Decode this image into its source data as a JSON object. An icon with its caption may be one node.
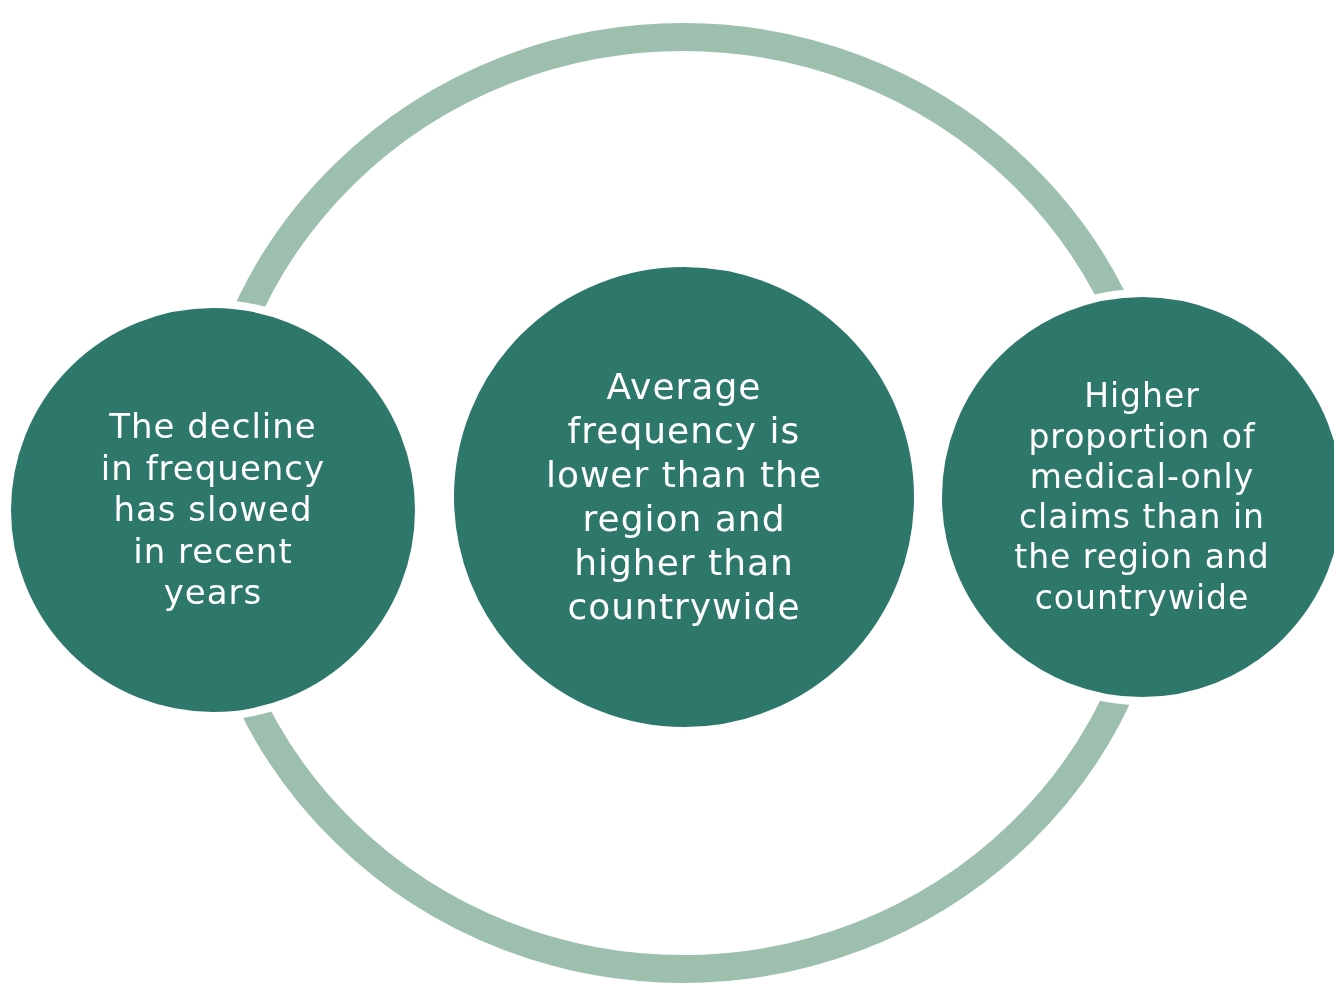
{
  "diagram": {
    "nodes": [
      {
        "text": [
          "The decline in frequency has slowed in recent years"
        ]
      },
      {
        "text": [
          "Average frequency is lower than the region and higher than countrywide"
        ]
      },
      {
        "text": [
          "Higher proportion of medical-only claims than in the region and countrywide"
        ]
      }
    ]
  }
}
